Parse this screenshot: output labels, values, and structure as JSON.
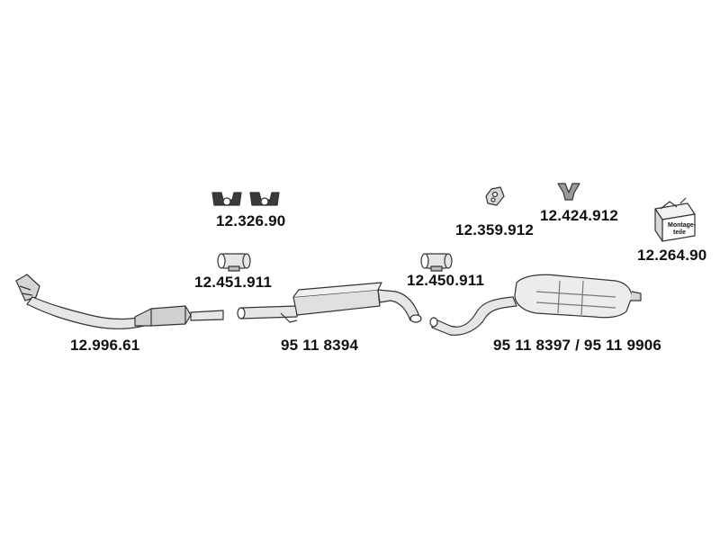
{
  "parts": [
    {
      "id": "downpipe-catalyst",
      "label": "12.996.61"
    },
    {
      "id": "middle-silencer",
      "label": "95 11 8394"
    },
    {
      "id": "rear-silencer",
      "label": "95 11 8397 / 95 11 9906"
    },
    {
      "id": "rubber-mounts",
      "label": "12.326.90"
    },
    {
      "id": "clamp-front",
      "label": "12.451.911"
    },
    {
      "id": "clamp-rear",
      "label": "12.450.911"
    },
    {
      "id": "bracket",
      "label": "12.359.912"
    },
    {
      "id": "hanger",
      "label": "12.424.912"
    },
    {
      "id": "fitting-kit",
      "label": "12.264.90",
      "bag_text": [
        "Montage-",
        "teile"
      ]
    }
  ],
  "colors": {
    "line": "#333333",
    "fill": "#e6e6e6",
    "fill_dark": "#bdbdbd",
    "text": "#111111"
  }
}
